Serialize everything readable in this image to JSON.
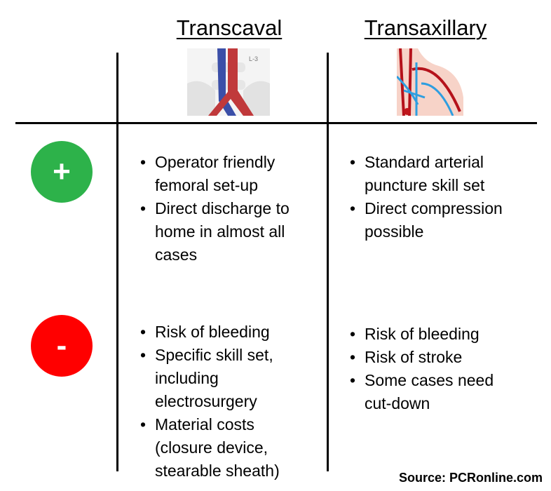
{
  "columns": [
    {
      "header": "Transcaval",
      "image": "transcaval-anatomy-illustration",
      "image_label": "L-3"
    },
    {
      "header": "Transaxillary",
      "image": "transaxillary-anatomy-illustration"
    }
  ],
  "rows": [
    {
      "symbol": "+",
      "color": "#2db24a",
      "cells": [
        [
          "Operator friendly femoral set-up",
          "Direct discharge to home in almost all cases"
        ],
        [
          "Standard arterial puncture skill set",
          "Direct compression possible"
        ]
      ]
    },
    {
      "symbol": "-",
      "color": "#ff0000",
      "cells": [
        [
          "Risk of bleeding",
          "Specific skill set, including electrosurgery",
          "Material costs (closure device, stearable sheath)"
        ],
        [
          "Risk of bleeding",
          "Risk of stroke",
          "Some cases need cut-down"
        ]
      ]
    }
  ],
  "source": "Source: PCRonline.com"
}
